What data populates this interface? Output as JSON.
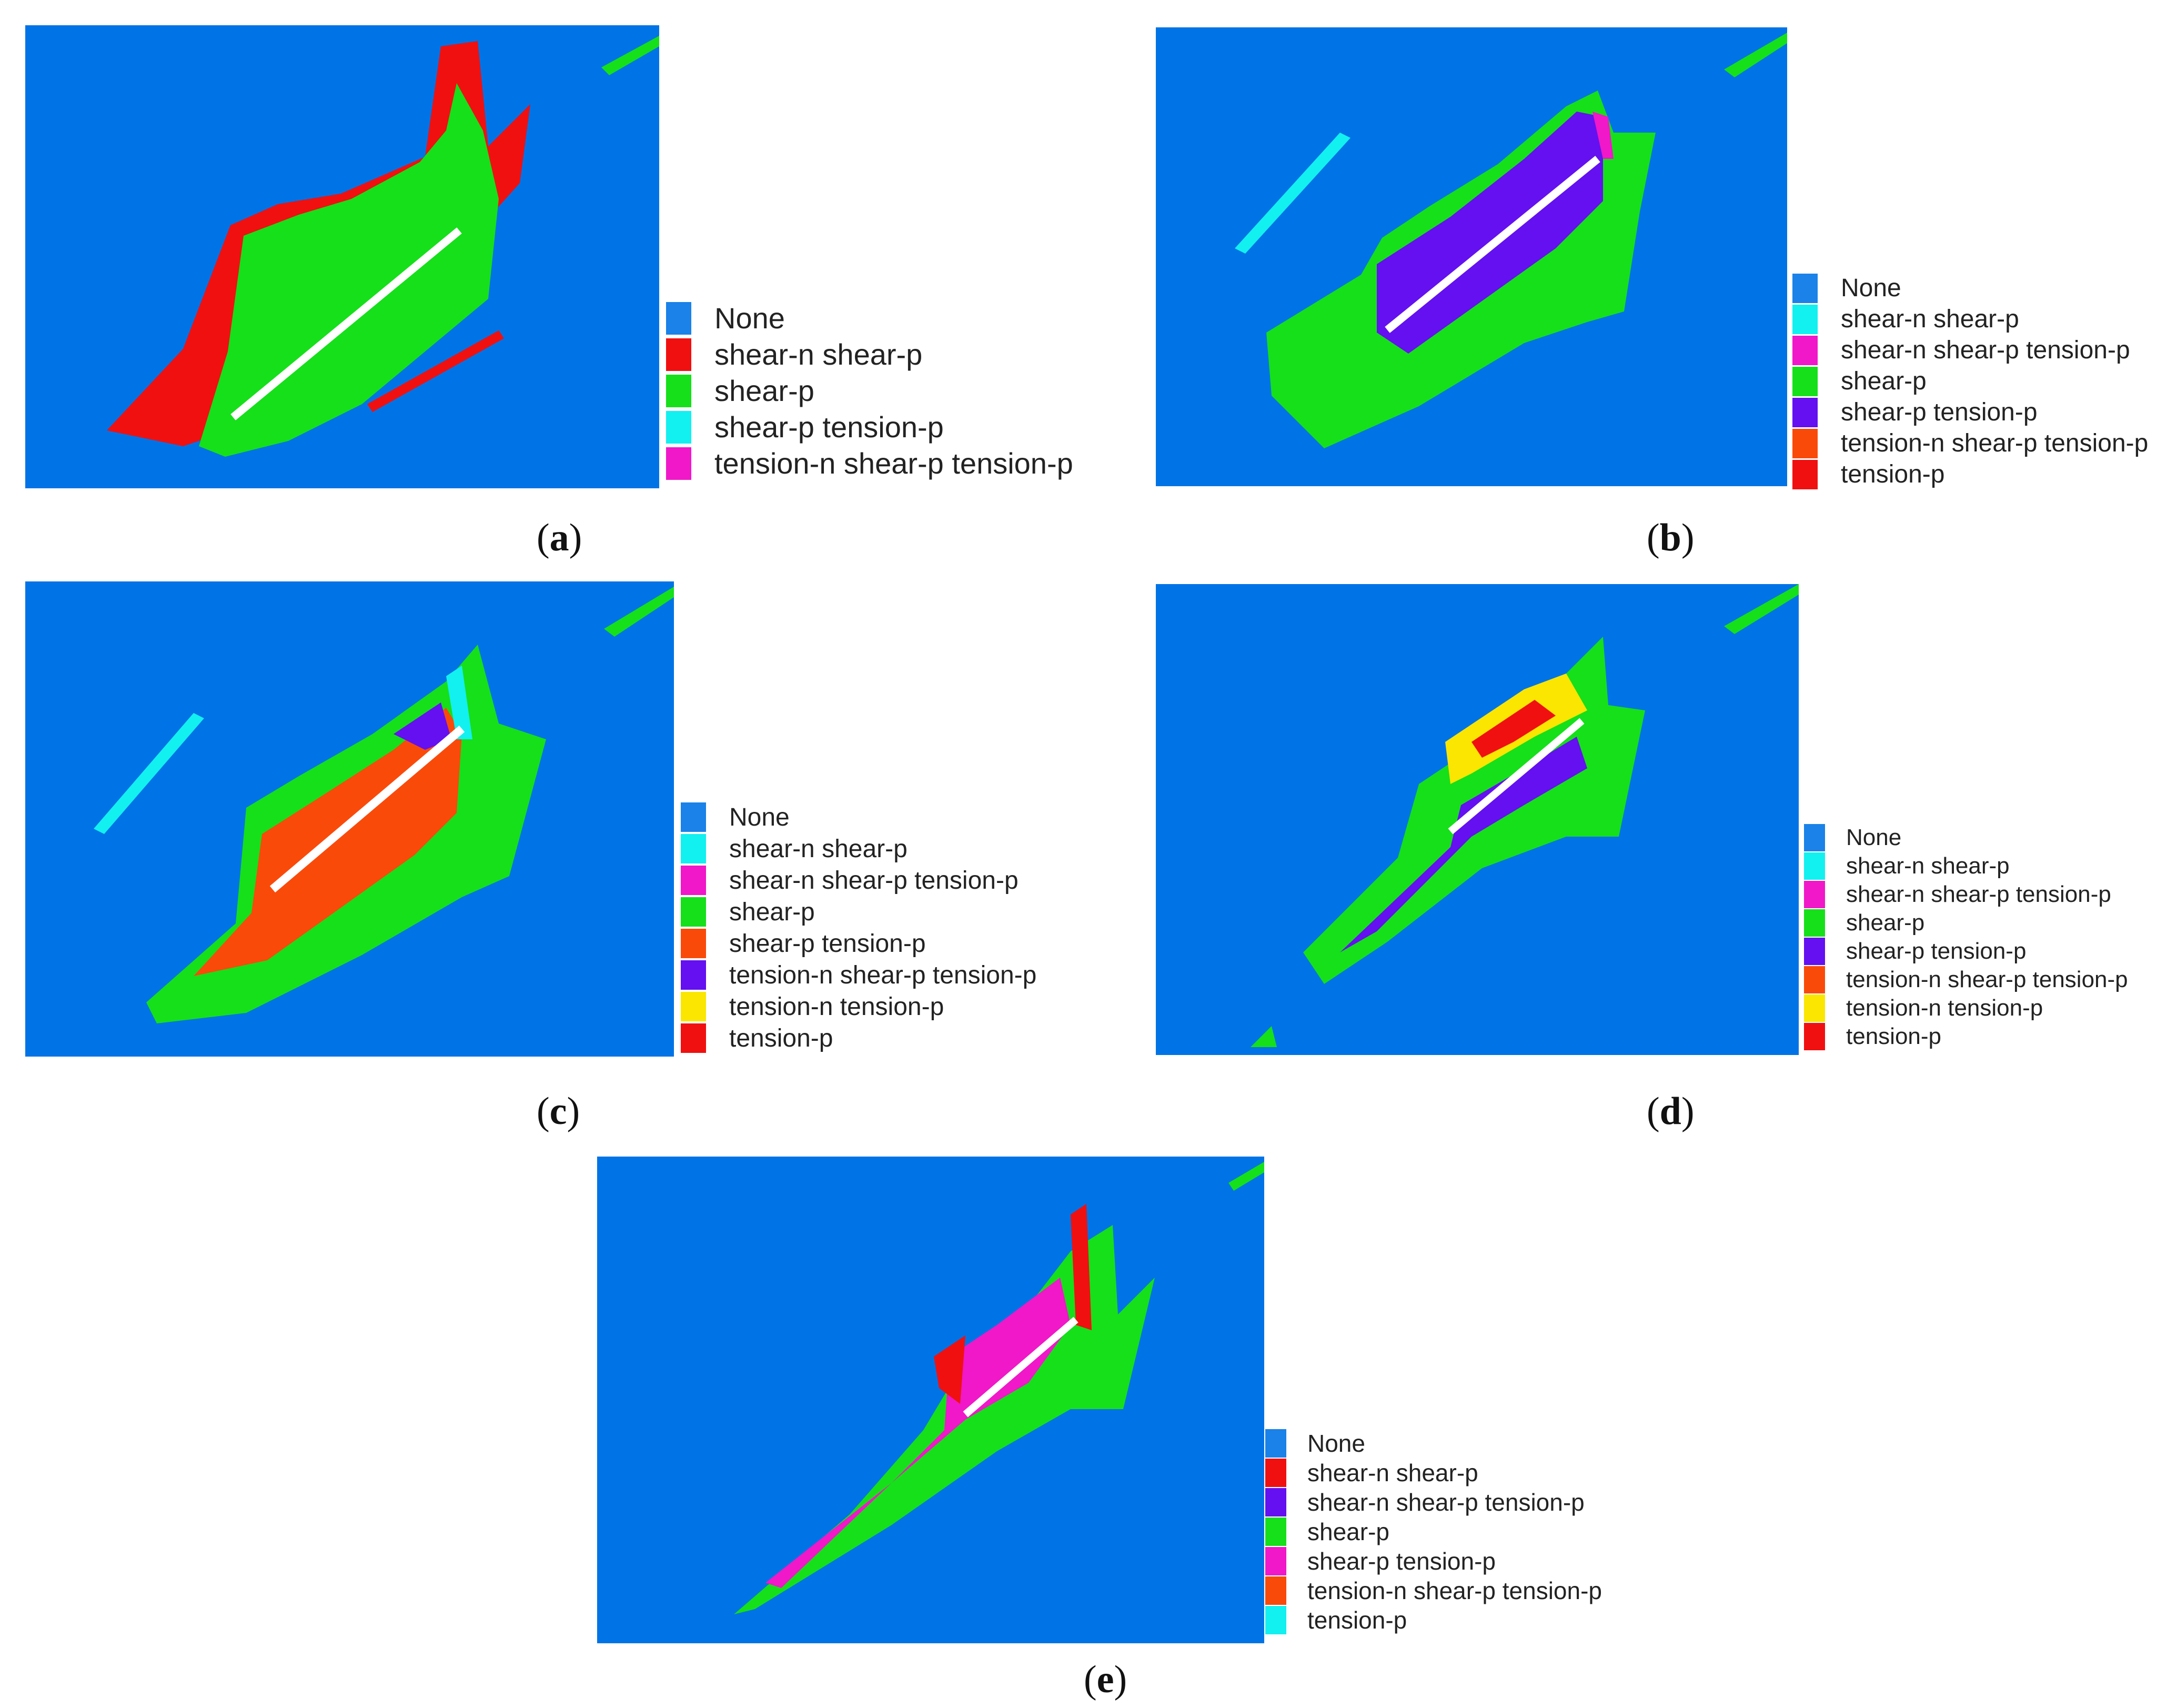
{
  "colors": {
    "background": "#0073e6",
    "none": "#1a82e8",
    "red": "#f01010",
    "green": "#15e01a",
    "cyan": "#13f0f0",
    "magenta": "#f018c8",
    "purple": "#6410f0",
    "orange": "#fa4a0a",
    "yellow": "#fae600",
    "crack": "#ffffff"
  },
  "panels": [
    {
      "id": "a",
      "caption_letter": "a",
      "legend": [
        {
          "label": "None",
          "color": "#1a82e8"
        },
        {
          "label": "shear-n shear-p",
          "color": "#f01010"
        },
        {
          "label": "shear-p",
          "color": "#15e01a"
        },
        {
          "label": "shear-p tension-p",
          "color": "#13f0f0"
        },
        {
          "label": "tension-n shear-p tension-p",
          "color": "#f018c8"
        }
      ]
    },
    {
      "id": "b",
      "caption_letter": "b",
      "legend": [
        {
          "label": "None",
          "color": "#1a82e8"
        },
        {
          "label": "shear-n shear-p",
          "color": "#13f0f0"
        },
        {
          "label": "shear-n shear-p tension-p",
          "color": "#f018c8"
        },
        {
          "label": "shear-p",
          "color": "#15e01a"
        },
        {
          "label": "shear-p tension-p",
          "color": "#6410f0"
        },
        {
          "label": "tension-n shear-p tension-p",
          "color": "#fa4a0a"
        },
        {
          "label": "tension-p",
          "color": "#f01010"
        }
      ]
    },
    {
      "id": "c",
      "caption_letter": "c",
      "legend": [
        {
          "label": "None",
          "color": "#1a82e8"
        },
        {
          "label": "shear-n shear-p",
          "color": "#13f0f0"
        },
        {
          "label": "shear-n shear-p tension-p",
          "color": "#f018c8"
        },
        {
          "label": "shear-p",
          "color": "#15e01a"
        },
        {
          "label": "shear-p tension-p",
          "color": "#fa4a0a"
        },
        {
          "label": "tension-n shear-p tension-p",
          "color": "#6410f0"
        },
        {
          "label": "tension-n tension-p",
          "color": "#fae600"
        },
        {
          "label": "tension-p",
          "color": "#f01010"
        }
      ]
    },
    {
      "id": "d",
      "caption_letter": "d",
      "legend": [
        {
          "label": "None",
          "color": "#1a82e8"
        },
        {
          "label": "shear-n shear-p",
          "color": "#13f0f0"
        },
        {
          "label": "shear-n shear-p tension-p",
          "color": "#f018c8"
        },
        {
          "label": "shear-p",
          "color": "#15e01a"
        },
        {
          "label": "shear-p tension-p",
          "color": "#6410f0"
        },
        {
          "label": "tension-n shear-p tension-p",
          "color": "#fa4a0a"
        },
        {
          "label": "tension-n tension-p",
          "color": "#fae600"
        },
        {
          "label": "tension-p",
          "color": "#f01010"
        }
      ]
    },
    {
      "id": "e",
      "caption_letter": "e",
      "legend": [
        {
          "label": "None",
          "color": "#1a82e8"
        },
        {
          "label": "shear-n shear-p",
          "color": "#f01010"
        },
        {
          "label": "shear-n shear-p tension-p",
          "color": "#6410f0"
        },
        {
          "label": "shear-p",
          "color": "#15e01a"
        },
        {
          "label": "shear-p tension-p",
          "color": "#f018c8"
        },
        {
          "label": "tension-n shear-p tension-p",
          "color": "#fa4a0a"
        },
        {
          "label": "tension-p",
          "color": "#13f0f0"
        }
      ]
    }
  ]
}
